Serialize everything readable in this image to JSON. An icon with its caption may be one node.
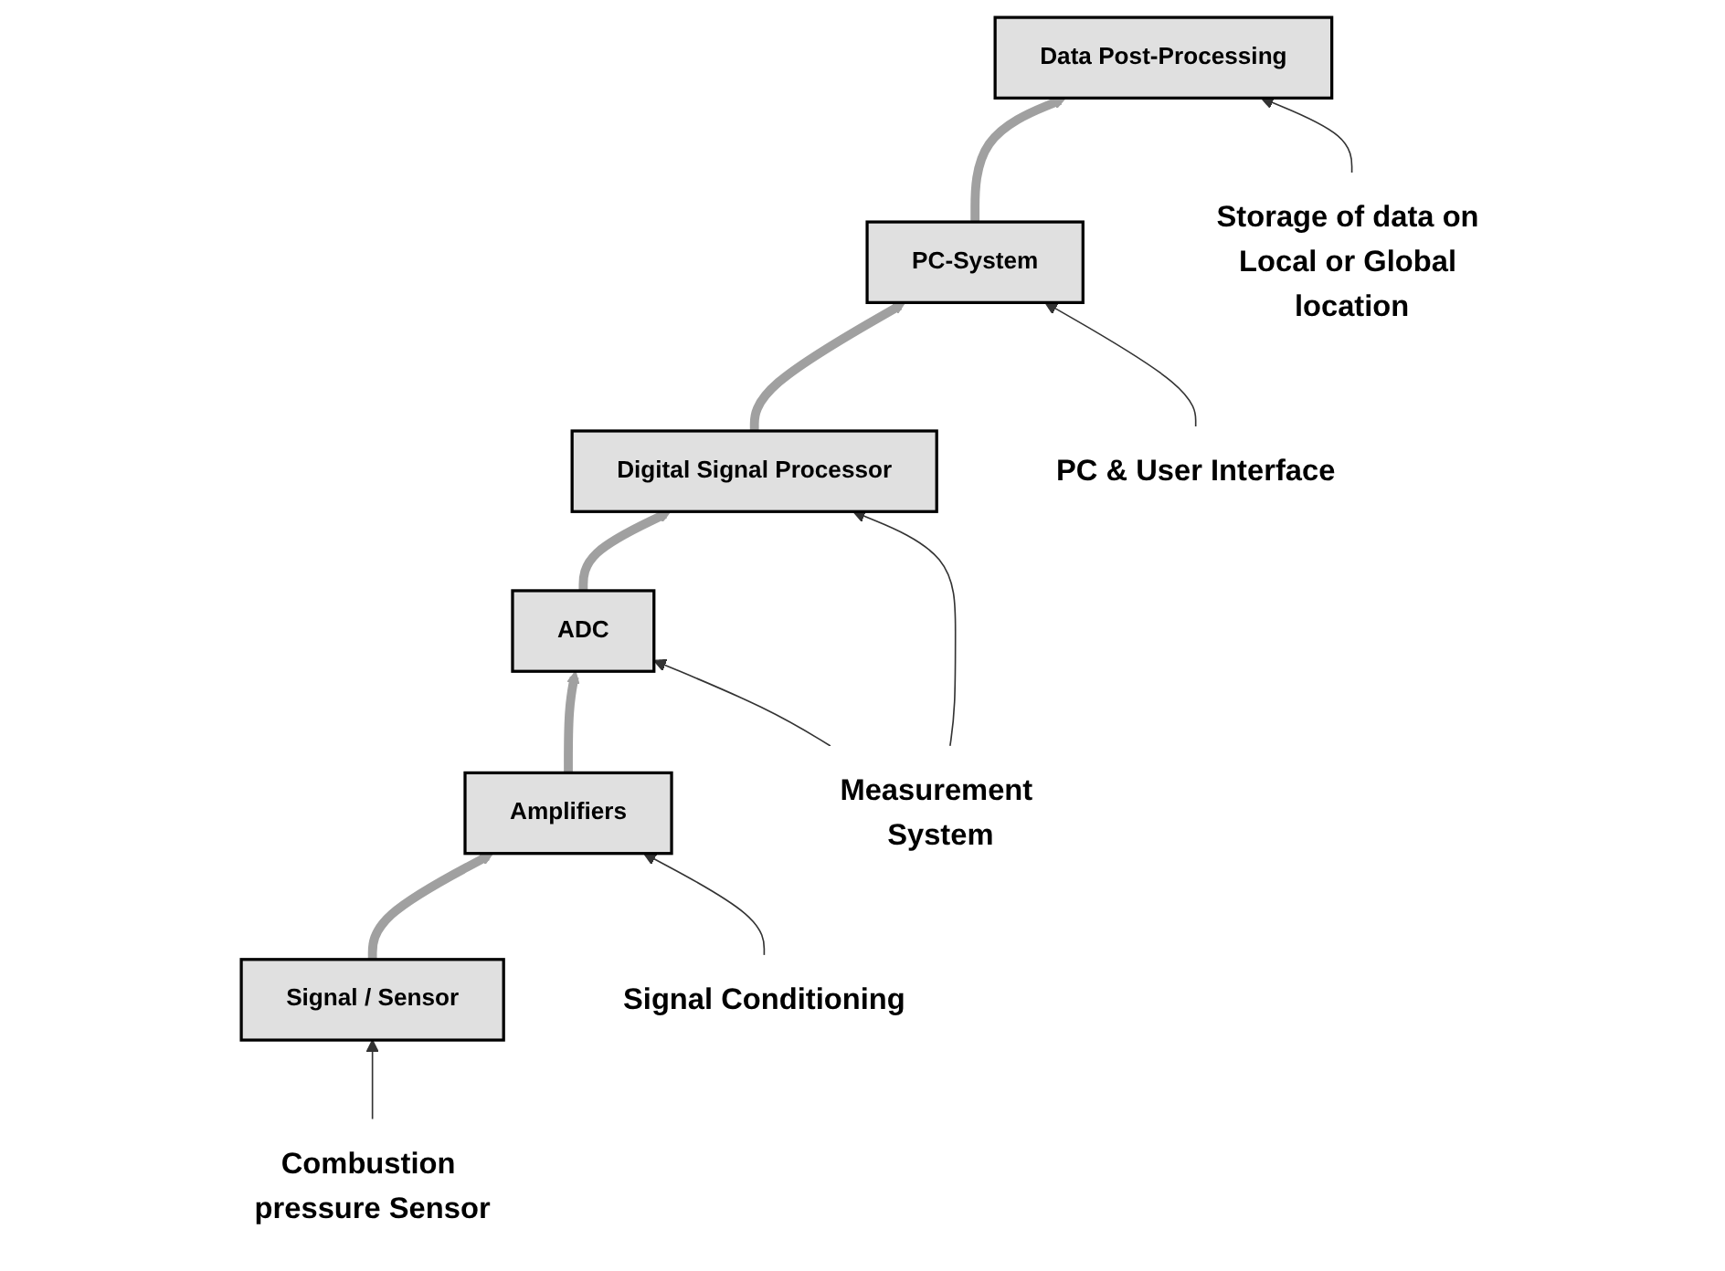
{
  "diagram": {
    "nodes": [
      {
        "text": [
          "Storage of data on Local or Global location"
        ]
      },
      {
        "text": [
          "Data Post-Processing"
        ]
      },
      {
        "text": [
          "PC & User Interface"
        ]
      },
      {
        "text": [
          "PC-System"
        ]
      },
      {
        "text": [
          "Measurement System"
        ]
      },
      {
        "text": [
          "Digital Signal Processor"
        ]
      },
      {
        "text": [
          "ADC"
        ]
      },
      {
        "text": [
          "Amplifiers"
        ]
      },
      {
        "text": [
          "Signal Conditioning"
        ]
      },
      {
        "text": [
          "Signal / Sensor"
        ]
      },
      {
        "text": [
          "Combustion pressure Sensor"
        ]
      }
    ],
    "edges": [
      {
        "from": 9,
        "to": 7,
        "arrow": "to",
        "style": "thick",
        "color": "#a0a0a0"
      },
      {
        "from": 7,
        "to": 6,
        "arrow": "to",
        "style": "thick",
        "color": "#a0a0a0"
      },
      {
        "from": 6,
        "to": 5,
        "arrow": "to",
        "style": "thick",
        "color": "#a0a0a0"
      },
      {
        "from": 5,
        "to": 3,
        "arrow": "to",
        "style": "thick",
        "color": "#a0a0a0"
      },
      {
        "from": 3,
        "to": 1,
        "arrow": "to",
        "style": "thick",
        "color": "#a0a0a0"
      },
      {
        "from": 0,
        "to": 1,
        "arrow": "to"
      },
      {
        "from": 2,
        "to": 3,
        "arrow": "to"
      },
      {
        "from": 4,
        "to": 5,
        "arrow": "to"
      },
      {
        "from": 4,
        "to": 6,
        "arrow": "to"
      },
      {
        "from": 8,
        "to": 7,
        "arrow": "to"
      },
      {
        "from": 10,
        "to": 9,
        "arrow": "to"
      }
    ]
  }
}
